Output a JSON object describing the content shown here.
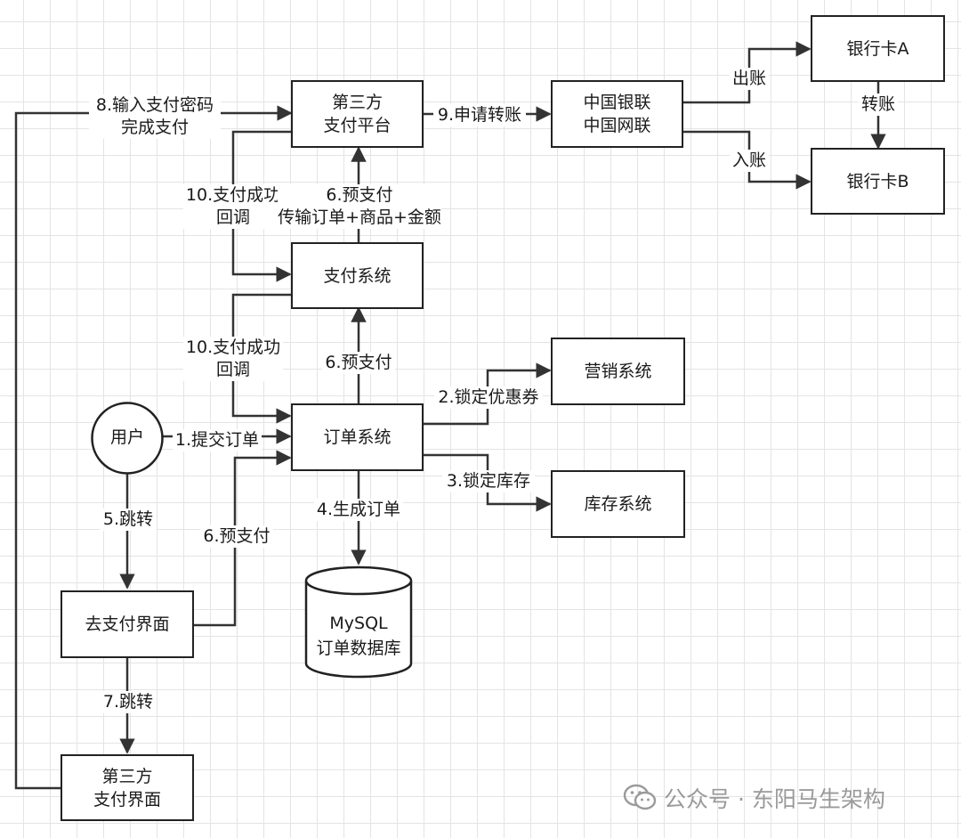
{
  "nodes": {
    "third_party_platform": "第三方\n支付平台",
    "unionpay": "中国银联\n中国网联",
    "bank_a": "银行卡A",
    "bank_b": "银行卡B",
    "payment_system": "支付系统",
    "marketing_system": "营销系统",
    "order_system": "订单系统",
    "inventory_system": "库存系统",
    "user": "用户",
    "go_pay_page": "去支付界面",
    "mysql_db": "MySQL\n订单数据库",
    "third_party_pay_page": "第三方\n支付界面"
  },
  "edges": {
    "e8": "8.输入支付密码\n完成支付",
    "e9": "9.申请转账",
    "out": "出账",
    "in": "入账",
    "transfer": "转账",
    "e10_top": "10.支付成功\n回调",
    "e6_top": "6.预支付\n传输订单+商品+金额",
    "e10_mid": "10.支付成功\n回调",
    "e6_mid": "6.预支付",
    "e2": "2.锁定优惠券",
    "e1": "1.提交订单",
    "e3": "3.锁定库存",
    "e4": "4.生成订单",
    "e5": "5.跳转",
    "e6_low": "6.预支付",
    "e7": "7.跳转"
  },
  "watermark": {
    "icon": "wechat-icon",
    "text": "公众号 · 东阳马生架构"
  }
}
